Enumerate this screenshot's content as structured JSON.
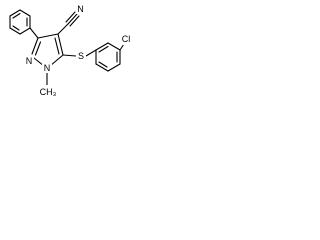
{
  "molecule": {
    "atoms": {
      "nitrile_n": "N",
      "ring_n2": "N",
      "ring_n1": "N",
      "methyl": "CH₃",
      "sulfur": "S",
      "chlorine": "Cl"
    }
  }
}
